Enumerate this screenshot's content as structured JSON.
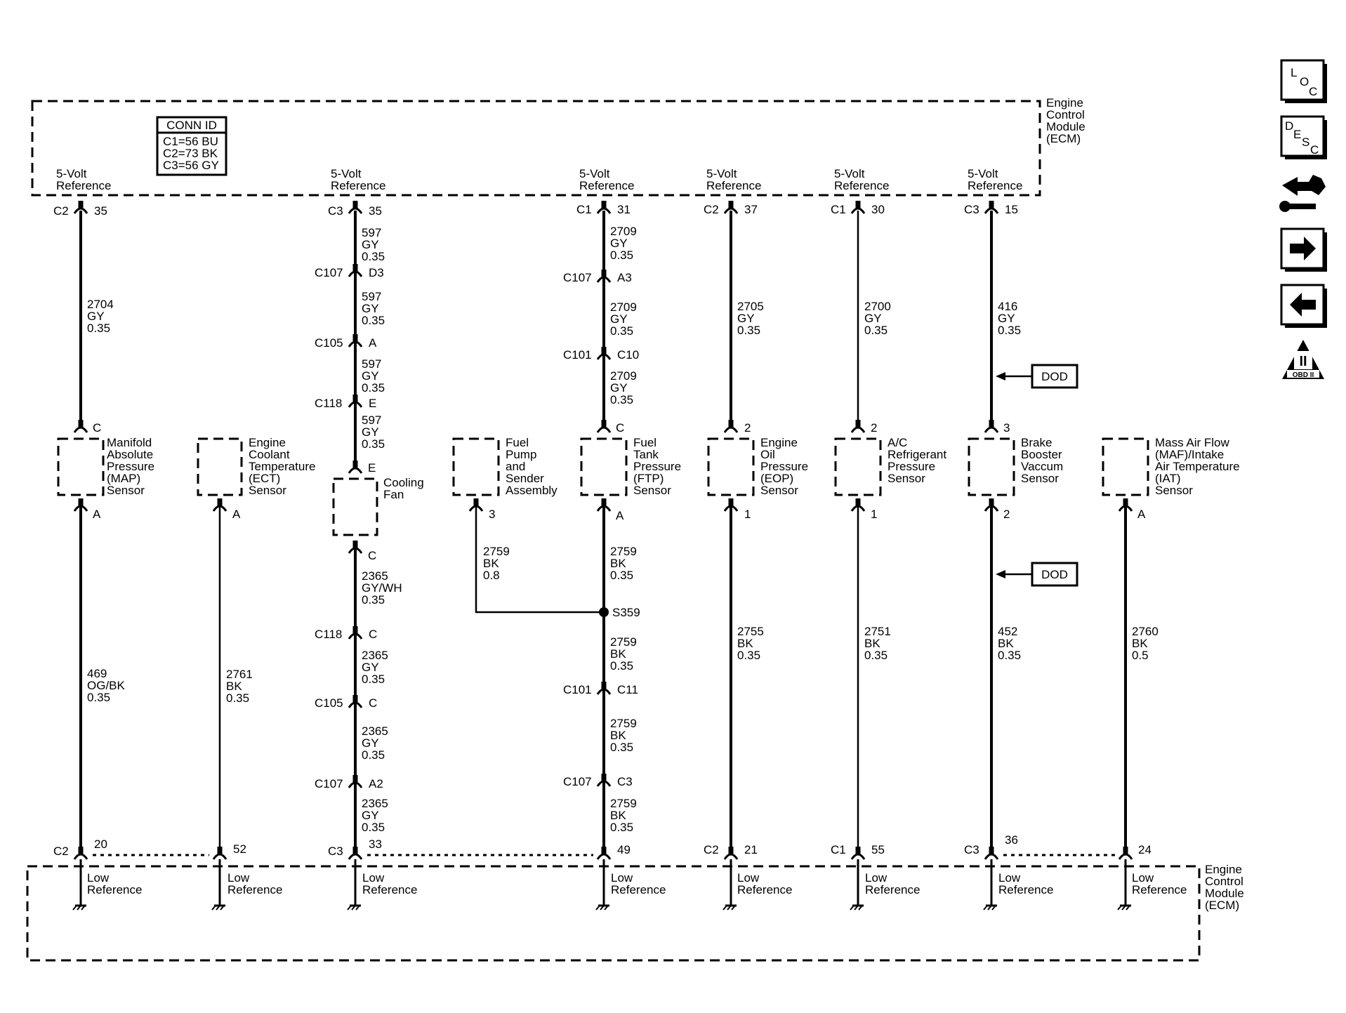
{
  "ecm_label": [
    "Engine",
    "Control",
    "Module",
    "(ECM)"
  ],
  "conn_id": {
    "title": "CONN ID",
    "lines": [
      "C1=56 BU",
      "C2=73 BK",
      "C3=56 GY"
    ]
  },
  "ref_label": [
    "5-Volt",
    "Reference"
  ],
  "low_ref_label": [
    "Low",
    "Reference"
  ],
  "dod_label": "DOD",
  "nav_icons": [
    {
      "name": "loc-icon",
      "letters": [
        "L",
        "O",
        "C"
      ]
    },
    {
      "name": "desc-icon",
      "letters": [
        "D",
        "E",
        "S",
        "C"
      ]
    },
    {
      "name": "wiring-tool-icon"
    },
    {
      "name": "next-arrow-icon"
    },
    {
      "name": "prev-arrow-icon"
    },
    {
      "name": "obd-ii-icon",
      "text": [
        "II",
        "OBD II"
      ]
    }
  ],
  "top_refs": [
    {
      "conn": "C2",
      "pin": "35"
    },
    {
      "conn": "C3",
      "pin": "35"
    },
    {
      "conn": "C1",
      "pin": "31"
    },
    {
      "conn": "C2",
      "pin": "37"
    },
    {
      "conn": "C1",
      "pin": "30"
    },
    {
      "conn": "C3",
      "pin": "15"
    }
  ],
  "bottom_refs": [
    {
      "conn": "C2",
      "pin": "20"
    },
    {
      "conn": "",
      "pin": "52"
    },
    {
      "conn": "C3",
      "pin": "33"
    },
    {
      "conn": "",
      "pin": "49"
    },
    {
      "conn": "C2",
      "pin": "21"
    },
    {
      "conn": "C1",
      "pin": "55"
    },
    {
      "conn": "C3",
      "pin": "36"
    },
    {
      "conn": "",
      "pin": "24"
    }
  ],
  "sensors": [
    {
      "name": [
        "Manifold",
        "Absolute",
        "Pressure",
        "(MAP)",
        "Sensor"
      ],
      "top_pin": "C",
      "bottom_pin": "A"
    },
    {
      "name": [
        "Engine",
        "Coolant",
        "Temperature",
        "(ECT)",
        "Sensor"
      ],
      "top_pin": "",
      "bottom_pin": "A"
    },
    {
      "name": [
        "Cooling",
        "Fan"
      ],
      "top_pin": "E",
      "bottom_pin": "C"
    },
    {
      "name": [
        "Fuel",
        "Pump",
        "and",
        "Sender",
        "Assembly"
      ],
      "top_pin": "",
      "bottom_pin": "3"
    },
    {
      "name": [
        "Fuel",
        "Tank",
        "Pressure",
        "(FTP)",
        "Sensor"
      ],
      "top_pin": "C",
      "bottom_pin": "A"
    },
    {
      "name": [
        "Engine",
        "Oil",
        "Pressure",
        "(EOP)",
        "Sensor"
      ],
      "top_pin": "2",
      "bottom_pin": "1"
    },
    {
      "name": [
        "A/C",
        "Refrigerant",
        "Pressure",
        "Sensor"
      ],
      "top_pin": "2",
      "bottom_pin": "1"
    },
    {
      "name": [
        "Brake",
        "Booster",
        "Vaccum",
        "Sensor"
      ],
      "top_pin": "3",
      "bottom_pin": "2"
    },
    {
      "name": [
        "Mass Air Flow",
        "(MAF)/Intake",
        "Air Temperature",
        "(IAT)",
        "Sensor"
      ],
      "top_pin": "",
      "bottom_pin": "A"
    }
  ],
  "inline_connectors": [
    {
      "conn": "C107",
      "pin": "D3"
    },
    {
      "conn": "C105",
      "pin": "A"
    },
    {
      "conn": "C118",
      "pin": "E"
    },
    {
      "conn": "C118",
      "pin": "C"
    },
    {
      "conn": "C105",
      "pin": "C"
    },
    {
      "conn": "C107",
      "pin": "A2"
    },
    {
      "conn": "C107",
      "pin": "A3"
    },
    {
      "conn": "C101",
      "pin": "C10"
    },
    {
      "conn": "C101",
      "pin": "C11"
    },
    {
      "conn": "C107",
      "pin": "C3"
    }
  ],
  "splice_label": "S359",
  "wire_labels": [
    [
      "2704",
      "GY",
      "0.35"
    ],
    [
      "469",
      "OG/BK",
      "0.35"
    ],
    [
      "2761",
      "BK",
      "0.35"
    ],
    [
      "597",
      "GY",
      "0.35"
    ],
    [
      "597",
      "GY",
      "0.35"
    ],
    [
      "597",
      "GY",
      "0.35"
    ],
    [
      "597",
      "GY",
      "0.35"
    ],
    [
      "2365",
      "GY/WH",
      "0.35"
    ],
    [
      "2365",
      "GY",
      "0.35"
    ],
    [
      "2365",
      "GY",
      "0.35"
    ],
    [
      "2365",
      "GY",
      "0.35"
    ],
    [
      "2759",
      "BK",
      "0.8"
    ],
    [
      "2709",
      "GY",
      "0.35"
    ],
    [
      "2709",
      "GY",
      "0.35"
    ],
    [
      "2709",
      "GY",
      "0.35"
    ],
    [
      "2759",
      "BK",
      "0.35"
    ],
    [
      "2759",
      "BK",
      "0.35"
    ],
    [
      "2759",
      "BK",
      "0.35"
    ],
    [
      "2759",
      "BK",
      "0.35"
    ],
    [
      "2705",
      "GY",
      "0.35"
    ],
    [
      "2755",
      "BK",
      "0.35"
    ],
    [
      "2700",
      "GY",
      "0.35"
    ],
    [
      "2751",
      "BK",
      "0.35"
    ],
    [
      "416",
      "GY",
      "0.35"
    ],
    [
      "452",
      "BK",
      "0.35"
    ],
    [
      "2760",
      "BK",
      "0.5"
    ]
  ]
}
